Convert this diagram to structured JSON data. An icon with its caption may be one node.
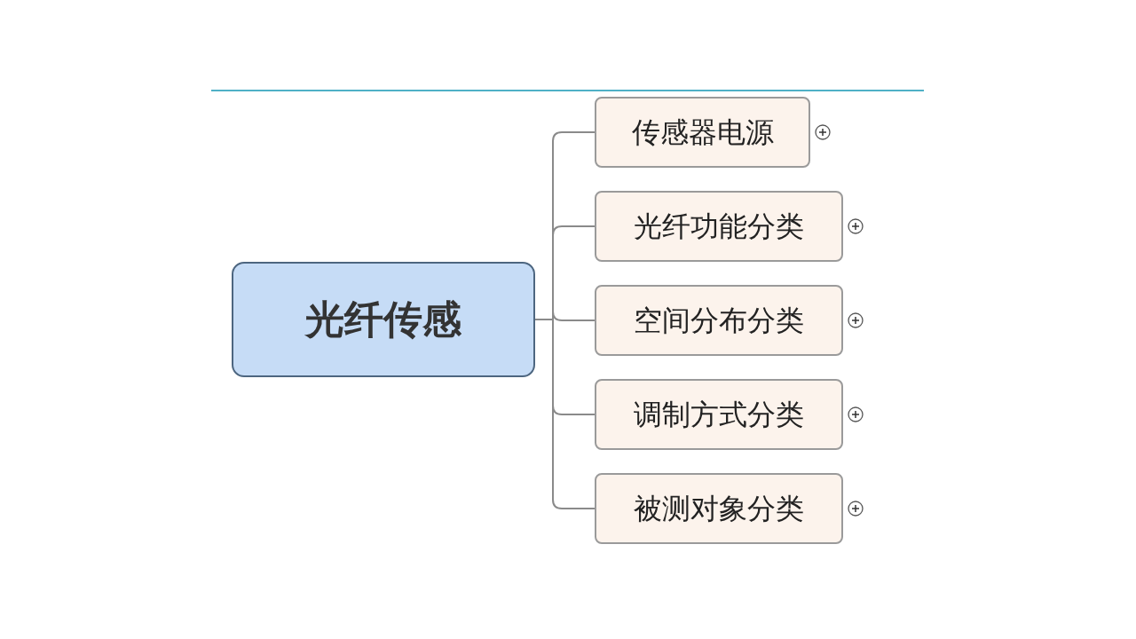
{
  "diagram": {
    "nodes": [
      {
        "text": [
          "光纤传感"
        ]
      },
      {
        "text": [
          "传感器电源"
        ]
      },
      {
        "text": [
          "光纤功能分类"
        ]
      },
      {
        "text": [
          "空间分布分类"
        ]
      },
      {
        "text": [
          "调制方式分类"
        ]
      },
      {
        "text": [
          "被测对象分类"
        ]
      }
    ],
    "edges": [
      {
        "from": 0,
        "to": 1,
        "arrow": "none"
      },
      {
        "from": 0,
        "to": 2,
        "arrow": "none"
      },
      {
        "from": 0,
        "to": 3,
        "arrow": "none"
      },
      {
        "from": 0,
        "to": 4,
        "arrow": "none"
      },
      {
        "from": 0,
        "to": 5,
        "arrow": "none"
      }
    ]
  }
}
